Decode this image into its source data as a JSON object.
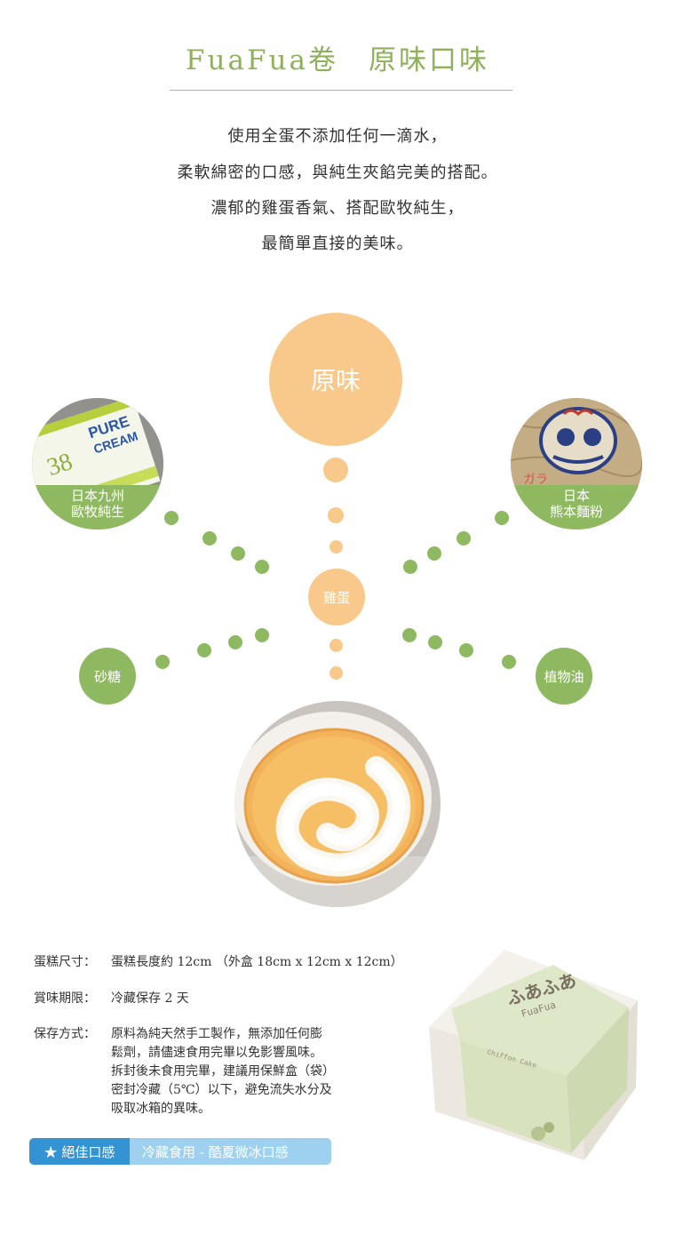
{
  "header": {
    "title": "FuaFua卷　原味口味"
  },
  "description": [
    "使用全蛋不添加任何一滴水，",
    "柔軟綿密的口感，與純生夾餡完美的搭配。",
    "濃郁的雞蛋香氣、搭配歐牧純生，",
    "最簡單直接的美味。"
  ],
  "diagram": {
    "center_top": "原味",
    "center": "雞蛋",
    "cream": {
      "line1": "日本九州",
      "line2": "歐牧純生",
      "pack_brand": "PURE",
      "pack_sub": "CREAM",
      "pack_num": "38"
    },
    "flour": {
      "line1": "日本",
      "line2": "熊本麵粉",
      "bag_text": "ガラ"
    },
    "sugar": "砂糖",
    "oil": "植物油",
    "colors": {
      "orange": "#f8c98a",
      "green": "#8fb960"
    }
  },
  "info": {
    "size_key": "蛋糕尺寸：",
    "size_val": "蛋糕長度約 12cm （外盒 18cm x 12cm x 12cm）",
    "shelf_key": "賞味期限：",
    "shelf_val": "冷藏保存 2 天",
    "storage_key": "保存方式：",
    "storage_lines": [
      "原料為純天然手工製作，無添加任何膨",
      "鬆劑，請儘速食用完畢以免影響風味。",
      "拆封後未食用完畢，建議用保鮮盒（袋）",
      "密封冷藏（5℃）以下，避免流失水分及",
      "吸取冰箱的異味。"
    ]
  },
  "box": {
    "logo": "ふあふあ",
    "sub_logo": "FuaFua",
    "label": "Chiffon Cake"
  },
  "badge": {
    "icon": "star-icon",
    "left": "★ 絕佳口感",
    "right": "冷藏食用 - 酷夏微冰口感"
  }
}
